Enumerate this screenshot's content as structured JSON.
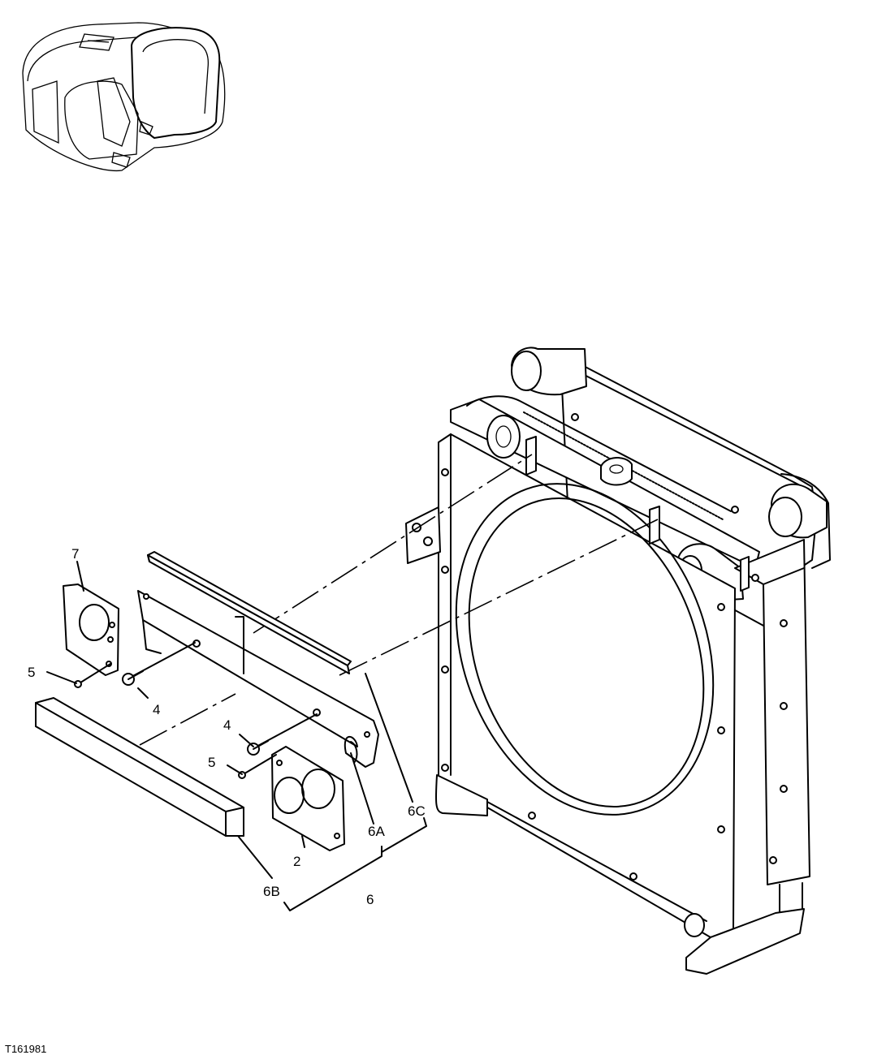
{
  "figure_id": "T161981",
  "callouts": {
    "c2": "2",
    "c4a": "4",
    "c4b": "4",
    "c5a": "5",
    "c5b": "5",
    "c6": "6",
    "c6a": "6A",
    "c6b": "6B",
    "c6c": "6C",
    "c7": "7"
  },
  "colors": {
    "line": "#000000",
    "background": "#ffffff"
  }
}
